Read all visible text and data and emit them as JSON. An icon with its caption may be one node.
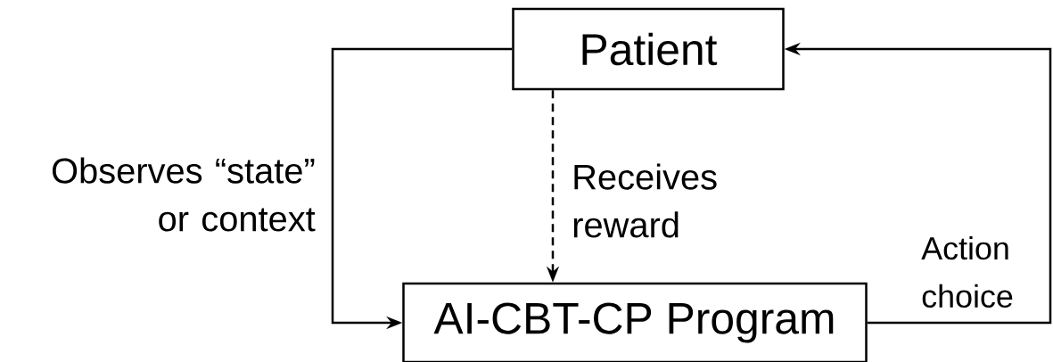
{
  "diagram": {
    "nodes": [
      {
        "text": [
          "Patient"
        ]
      },
      {
        "text": [
          "AI-CBT-CP Program"
        ]
      }
    ],
    "edges": [
      {
        "from": 0,
        "to": 1,
        "arrow": "to",
        "label": "Observes “state” or context"
      },
      {
        "from": 0,
        "to": 1,
        "arrow": "to",
        "style": "dashed",
        "label": "Receives reward"
      },
      {
        "from": 1,
        "to": 0,
        "arrow": "to",
        "label": "Action choice"
      }
    ]
  }
}
